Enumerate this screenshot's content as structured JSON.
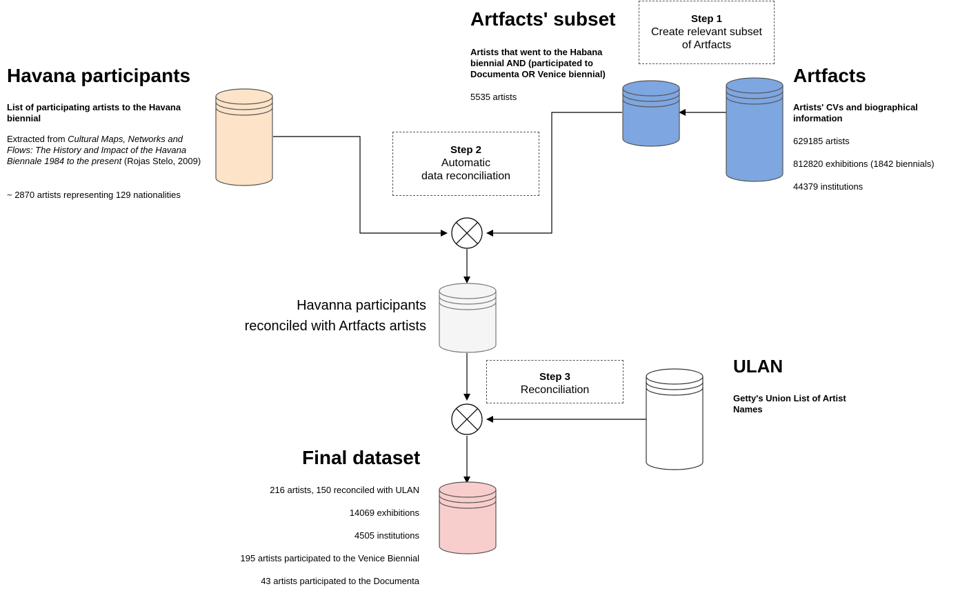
{
  "havana": {
    "title": "Havana participants",
    "subtitle": "List of participating artists to the Havana biennial",
    "source_prefix": "Extracted from ",
    "source_title": "Cultural Maps, Networks and Flows: The History and Impact of the Havana Biennale 1984 to the present",
    "source_suffix": " (Rojas Stelo, 2009)",
    "count": "~ 2870 artists representing 129 nationalities",
    "color": "#fde3c8"
  },
  "subset": {
    "title": "Artfacts' subset",
    "subtitle": "Artists that went to the Habana biennial AND (participated to Documenta OR Venice biennial)",
    "count": "5535 artists",
    "color": "#7ea6e0"
  },
  "artfacts": {
    "title": "Artfacts",
    "subtitle": "Artists' CVs and biographical information",
    "stats": [
      "629185 artists",
      "812820 exhibitions (1842 biennials)",
      "44379 institutions"
    ],
    "color": "#7ea6e0"
  },
  "steps": [
    {
      "title": "Step 1",
      "desc_lines": [
        "Create relevant subset",
        "of Artfacts"
      ]
    },
    {
      "title": "Step 2",
      "desc_lines": [
        "Automatic",
        "data reconciliation"
      ]
    },
    {
      "title": "Step 3",
      "desc_lines": [
        "Reconciliation"
      ]
    }
  ],
  "reconciled": {
    "label_lines": [
      "Havanna participants",
      "reconciled with Artfacts artists"
    ],
    "color": "#f5f5f5"
  },
  "ulan": {
    "title": "ULAN",
    "subtitle": "Getty's Union List of Artist Names",
    "color": "#ffffff"
  },
  "final": {
    "title": "Final dataset",
    "stats": [
      "216 artists, 150 reconciled with ULAN",
      "14069 exhibitions",
      "4505 institutions",
      "195 artists participated to the Venice Biennial",
      "43 artists participated to the Documenta"
    ],
    "color": "#f8cecc"
  }
}
